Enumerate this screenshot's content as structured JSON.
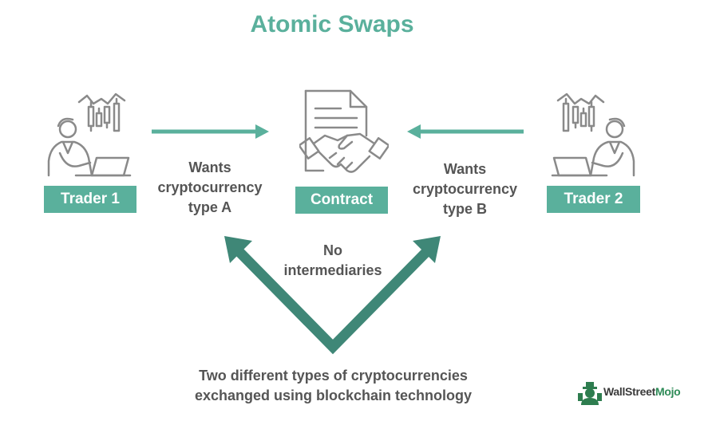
{
  "title": "Atomic Swaps",
  "nodes": {
    "trader1": "Trader 1",
    "contract": "Contract",
    "trader2": "Trader 2"
  },
  "labels": {
    "left": [
      "Wants",
      "cryptocurrency",
      "type A"
    ],
    "right": [
      "Wants",
      "cryptocurrency",
      "type B"
    ],
    "middle": [
      "No",
      "intermediaries"
    ],
    "bottom": [
      "Two different types of cryptocurrencies",
      "exchanged using blockchain technology"
    ]
  },
  "logo": {
    "part1": "WallStreet",
    "part2": "Mojo"
  },
  "icons": [
    "trader-icon",
    "contract-handshake-icon",
    "trader-icon"
  ],
  "colors": {
    "accent": "#5ab09c",
    "arrow": "#3f8777",
    "text": "#555555",
    "icon_stroke": "#8a8a8a"
  }
}
